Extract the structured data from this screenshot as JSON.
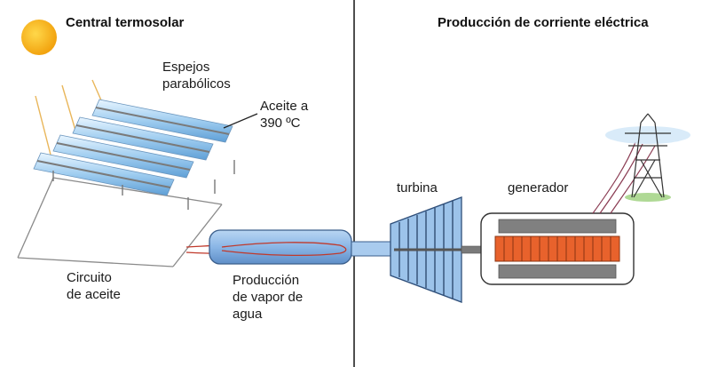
{
  "titles": {
    "left": "Central termosolar",
    "right": "Producción de corriente eléctrica"
  },
  "labels": {
    "mirrors": [
      "Espejos",
      "parabólicos"
    ],
    "oil_temp": [
      "Aceite a",
      "390 ºC"
    ],
    "oil_circuit": [
      "Circuito",
      "de aceite"
    ],
    "steam": [
      "Producción",
      "de vapor de",
      "agua"
    ],
    "turbine": "turbina",
    "generator": "generador"
  },
  "colors": {
    "sun": "#f6b418",
    "mirror": "#a9d4f1",
    "steam_tank": "#88b4e4",
    "oil_line": "#c0392b",
    "generator_rotor": "#e8622c",
    "stator": "#808080",
    "divider": "#222222"
  },
  "icons": [
    "sun-icon",
    "power-tower-icon"
  ]
}
